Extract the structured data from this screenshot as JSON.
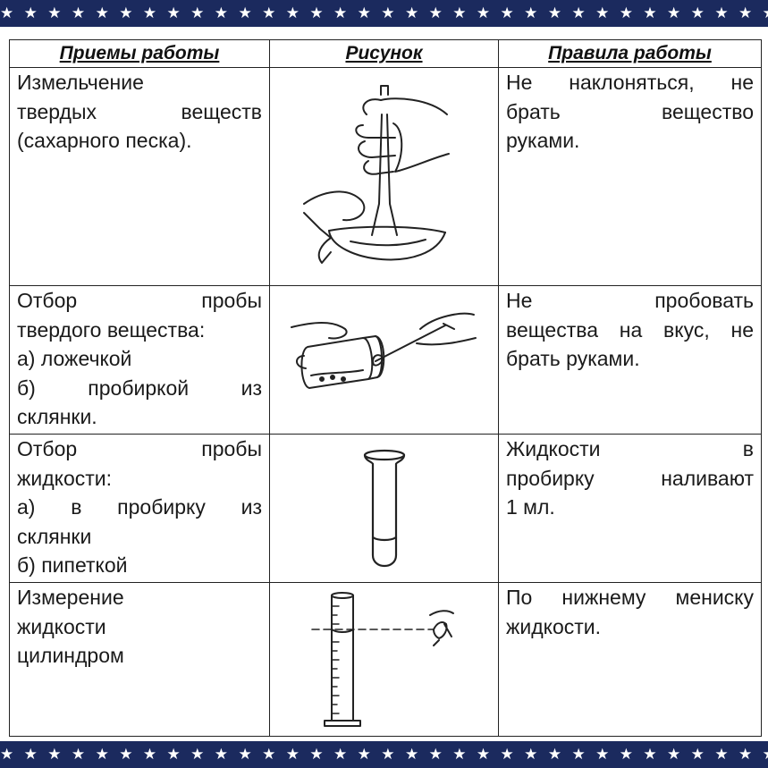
{
  "decor": {
    "stars": "★ ★ ★ ★ ★ ★ ★ ★ ★ ★ ★ ★ ★ ★ ★ ★ ★ ★ ★ ★ ★ ★ ★ ★ ★ ★ ★ ★ ★ ★ ★ ★ ★ ★ ★ ★ ★ ★ ★ ★ ★ ★ ★ ★"
  },
  "header": {
    "col1": "Приемы работы",
    "col2": "Рисунок",
    "col3": "Правила работы"
  },
  "rows": [
    {
      "technique": [
        "Измельчение",
        "твердых веществ",
        "(сахарного песка)."
      ],
      "picture_icon": "mortar-pestle-icon",
      "rule": [
        "Не наклоняться, не",
        "брать вещество",
        "руками."
      ]
    },
    {
      "technique": [
        "Отбор пробы",
        "твердого вещества:",
        "а) ложечкой",
        "б) пробиркой из",
        "склянки."
      ],
      "picture_icon": "spoon-sampling-icon",
      "rule": [
        "Не пробовать",
        "вещества на вкус, не",
        "брать руками."
      ]
    },
    {
      "technique": [
        "Отбор пробы",
        "жидкости:",
        "а) в пробирку из",
        "склянки",
        "б) пипеткой"
      ],
      "picture_icon": "test-tube-icon",
      "rule": [
        "Жидкости в",
        "пробирку наливают",
        "1 мл."
      ]
    },
    {
      "technique": [
        "Измерение",
        "жидкости",
        "цилиндром"
      ],
      "picture_icon": "graduated-cylinder-icon",
      "rule": [
        "По нижнему мениску",
        "жидкости."
      ]
    }
  ]
}
